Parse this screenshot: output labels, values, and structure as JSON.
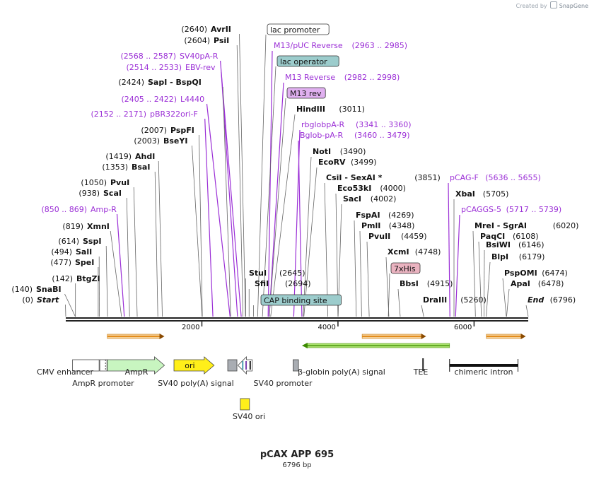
{
  "credit": {
    "prefix": "Created by",
    "brand": "SnapGene"
  },
  "map": {
    "name": "pCAX APP 695",
    "length_label": "6796 bp",
    "length": 6796,
    "axis_ticks": [
      {
        "pos": 2000,
        "label": "2000"
      },
      {
        "pos": 4000,
        "label": "4000"
      },
      {
        "pos": 6000,
        "label": "6000"
      }
    ],
    "sites_left": [
      {
        "name": "AvrII",
        "coord": "(2640)",
        "pos": 2640
      },
      {
        "name": "PsiI",
        "coord": "(2604)",
        "pos": 2604
      },
      {
        "name": "SV40pA-R",
        "coord": "(2568 .. 2587)",
        "pos": 2578,
        "primer": true
      },
      {
        "name": "EBV-rev",
        "coord": "(2514 .. 2533)",
        "pos": 2524,
        "primer": true
      },
      {
        "name": "SapI  -  BspQI",
        "coord": "(2424)",
        "pos": 2424
      },
      {
        "name": "L4440",
        "coord": "(2405 .. 2422)",
        "pos": 2414,
        "primer": true
      },
      {
        "name": "pBR322ori-F",
        "coord": "(2152 .. 2171)",
        "pos": 2162,
        "primer": true
      },
      {
        "name": "PspFI",
        "coord": "(2007)",
        "pos": 2007
      },
      {
        "name": "BseYI",
        "coord": "(2003)",
        "pos": 2003
      },
      {
        "name": "AhdI",
        "coord": "(1419)",
        "pos": 1419
      },
      {
        "name": "BsaI",
        "coord": "(1353)",
        "pos": 1353
      },
      {
        "name": "PvuI",
        "coord": "(1050)",
        "pos": 1050
      },
      {
        "name": "ScaI",
        "coord": "(938)",
        "pos": 938
      },
      {
        "name": "Amp-R",
        "coord": "(850 .. 869)",
        "pos": 860,
        "primer": true
      },
      {
        "name": "XmnI",
        "coord": "(819)",
        "pos": 819
      },
      {
        "name": "SspI",
        "coord": "(614)",
        "pos": 614
      },
      {
        "name": "SalI",
        "coord": "(494)",
        "pos": 494
      },
      {
        "name": "SpeI",
        "coord": "(477)",
        "pos": 477
      },
      {
        "name": "BtgZI",
        "coord": "(142)",
        "pos": 142
      },
      {
        "name": "SnaBI",
        "coord": "(140)",
        "pos": 140
      },
      {
        "name": "Start",
        "coord": "(0)",
        "pos": 0,
        "italic": true
      }
    ],
    "sites_right": [
      {
        "name": "lac promoter",
        "pos": 2820,
        "box": "plain"
      },
      {
        "name": "M13/pUC Reverse",
        "coord": "(2963 .. 2985)",
        "pos": 2974,
        "primer": true
      },
      {
        "name": "lac operator",
        "pos": 2890,
        "box": "teal"
      },
      {
        "name": "M13 Reverse",
        "coord": "(2982 .. 2998)",
        "pos": 2990,
        "primer": true
      },
      {
        "name": "M13 rev",
        "pos": 2990,
        "box": "violet"
      },
      {
        "name": "HindIII",
        "coord": "(3011)",
        "pos": 3011
      },
      {
        "name": "rbglobpA-R",
        "coord": "(3341 .. 3360)",
        "pos": 3350,
        "primer": true
      },
      {
        "name": "Bglob-pA-R",
        "coord": "(3460 .. 3479)",
        "pos": 3470,
        "primer": true
      },
      {
        "name": "NotI",
        "coord": "(3490)",
        "pos": 3490
      },
      {
        "name": "EcoRV",
        "coord": "(3499)",
        "pos": 3499
      },
      {
        "name": "CsiI  -  SexAI *",
        "coord": "(3851)",
        "pos": 3851
      },
      {
        "name": "Eco53kI",
        "coord": "(4000)",
        "pos": 4000
      },
      {
        "name": "SacI",
        "coord": "(4002)",
        "pos": 4002
      },
      {
        "name": "FspAI",
        "coord": "(4269)",
        "pos": 4269
      },
      {
        "name": "PmlI",
        "coord": "(4348)",
        "pos": 4348
      },
      {
        "name": "PvuII",
        "coord": "(4459)",
        "pos": 4459
      },
      {
        "name": "XcmI",
        "coord": "(4748)",
        "pos": 4748
      },
      {
        "name": "7xHis",
        "pos": 4740,
        "box": "pink"
      },
      {
        "name": "BbsI",
        "coord": "(4915)",
        "pos": 4915
      },
      {
        "name": "DraIII",
        "coord": "(5260)",
        "pos": 5260
      },
      {
        "name": "pCAG-F",
        "coord": "(5636 .. 5655)",
        "pos": 5645,
        "primer": true
      },
      {
        "name": "XbaI",
        "coord": "(5705)",
        "pos": 5705
      },
      {
        "name": "pCAGGS-5",
        "coord": "(5717 .. 5739)",
        "pos": 5728,
        "primer": true
      },
      {
        "name": "MreI  -  SgrAI",
        "coord": "(6020)",
        "pos": 6020
      },
      {
        "name": "PaqCI",
        "coord": "(6108)",
        "pos": 6108
      },
      {
        "name": "BsiWI",
        "coord": "(6146)",
        "pos": 6146
      },
      {
        "name": "BlpI",
        "coord": "(6179)",
        "pos": 6179
      },
      {
        "name": "PspOMI",
        "coord": "(6474)",
        "pos": 6474
      },
      {
        "name": "ApaI",
        "coord": "(6478)",
        "pos": 6478
      },
      {
        "name": "End",
        "coord": "(6796)",
        "pos": 6796,
        "italic": true
      }
    ],
    "sites_center": [
      {
        "name": "StuI",
        "coord": "(2645)",
        "pos": 2645
      },
      {
        "name": "SfiI",
        "coord": "(2694)",
        "pos": 2694
      },
      {
        "name": "CAP binding site",
        "pos": 2760,
        "box": "teal"
      }
    ],
    "features": [
      {
        "name": "CMV enhancer",
        "start": 100,
        "end": 490,
        "kind": "white-box"
      },
      {
        "name": "AmpR promoter",
        "start": 500,
        "end": 605,
        "kind": "white-box-dotted"
      },
      {
        "name": "AmpR",
        "start": 610,
        "end": 1450,
        "kind": "green-arrow"
      },
      {
        "name": "ori",
        "start": 1590,
        "end": 2180,
        "kind": "yellow-arrow"
      },
      {
        "name": "SV40 poly(A) signal",
        "start": 2380,
        "end": 2515,
        "kind": "gray-box"
      },
      {
        "name": "SV40 promoter",
        "start": 2530,
        "end": 2740,
        "kind": "white-arrow-left"
      },
      {
        "name": "SV40 ori",
        "start": 2565,
        "end": 2700,
        "kind": "yellow-box"
      },
      {
        "name": "β-globin poly(A) signal",
        "start": 3340,
        "end": 3420,
        "kind": "gray-box"
      },
      {
        "name": "TEE",
        "start": 5250,
        "end": 5270,
        "kind": "black-tick"
      },
      {
        "name": "chimeric intron",
        "start": 5640,
        "end": 6645,
        "kind": "black-bar"
      }
    ],
    "orange_arrows": [
      {
        "start": 610,
        "end": 1450
      },
      {
        "start": 4355,
        "end": 5295
      },
      {
        "start": 6180,
        "end": 6760
      }
    ],
    "green_long_arrow": {
      "start": 3470,
      "end": 5640
    },
    "colors": {
      "primer": "#9b2fd6",
      "backbone": "#222222",
      "teal_box": "#9ccccc",
      "violet_box": "#e0b0f0",
      "pink_box": "#eab3c0",
      "orange": "#e28c1b",
      "green": "#a8e06b",
      "yellow": "#ffef1a"
    }
  }
}
